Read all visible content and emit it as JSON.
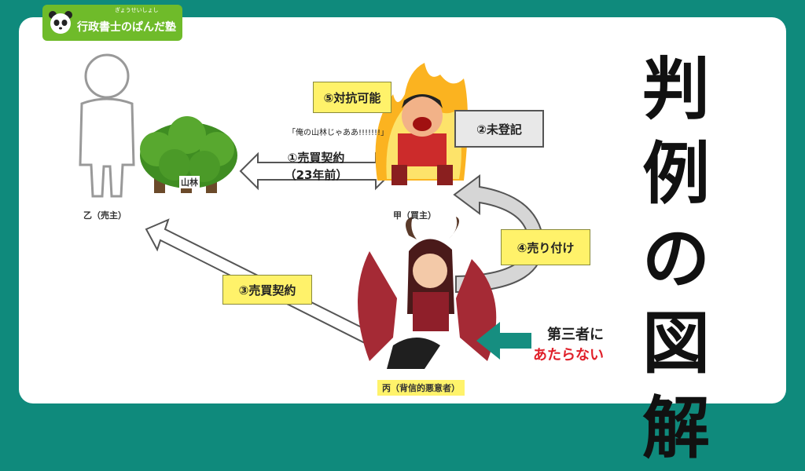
{
  "brand": {
    "ruby": "ぎょうせいしょし",
    "name": "行政書士のぱんだ塾"
  },
  "title_chars": [
    "判",
    "例",
    "の",
    "図",
    "解"
  ],
  "parties": {
    "otsu": "乙（売主）",
    "kou": "甲（買主）",
    "hei": "丙（背信的悪意者）"
  },
  "forest_label": "山林",
  "speech": "「俺の山林じゃああ!!!!!!!」",
  "steps": {
    "s1_line1": "①売買契約",
    "s1_line2": "（23年前）",
    "s2": "②未登記",
    "s3": "③売買契約",
    "s4": "④売り付け",
    "s5": "⑤対抗可能"
  },
  "note": {
    "line1": "第三者に",
    "line2": "あたらない"
  },
  "colors": {
    "background": "#0f8a7c",
    "brand": "#6fbb2a",
    "highlight": "#fff26a",
    "accent_red": "#e0202a"
  }
}
